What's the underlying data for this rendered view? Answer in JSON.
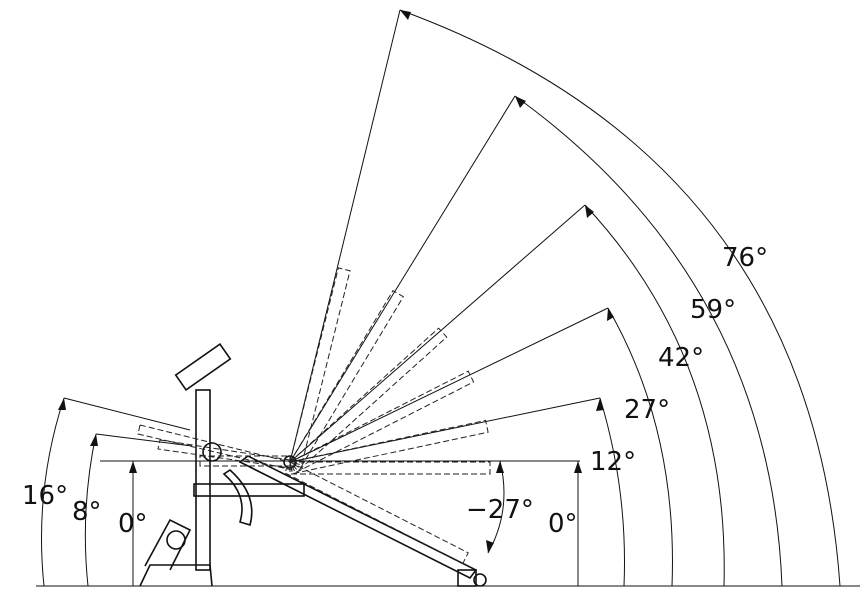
{
  "labels": {
    "seat_16": "16°",
    "seat_8": "8°",
    "seat_0": "0°",
    "back_neg27": "−27°",
    "back_0": "0°",
    "back_12": "12°",
    "back_27": "27°",
    "back_42": "42°",
    "back_59": "59°",
    "back_76": "76°"
  },
  "backrest_angles_deg": [
    -27,
    0,
    12,
    27,
    42,
    59,
    76
  ],
  "seat_angles_deg": [
    0,
    8,
    16
  ],
  "colors": {
    "ink": "#111111",
    "background": "#ffffff"
  }
}
